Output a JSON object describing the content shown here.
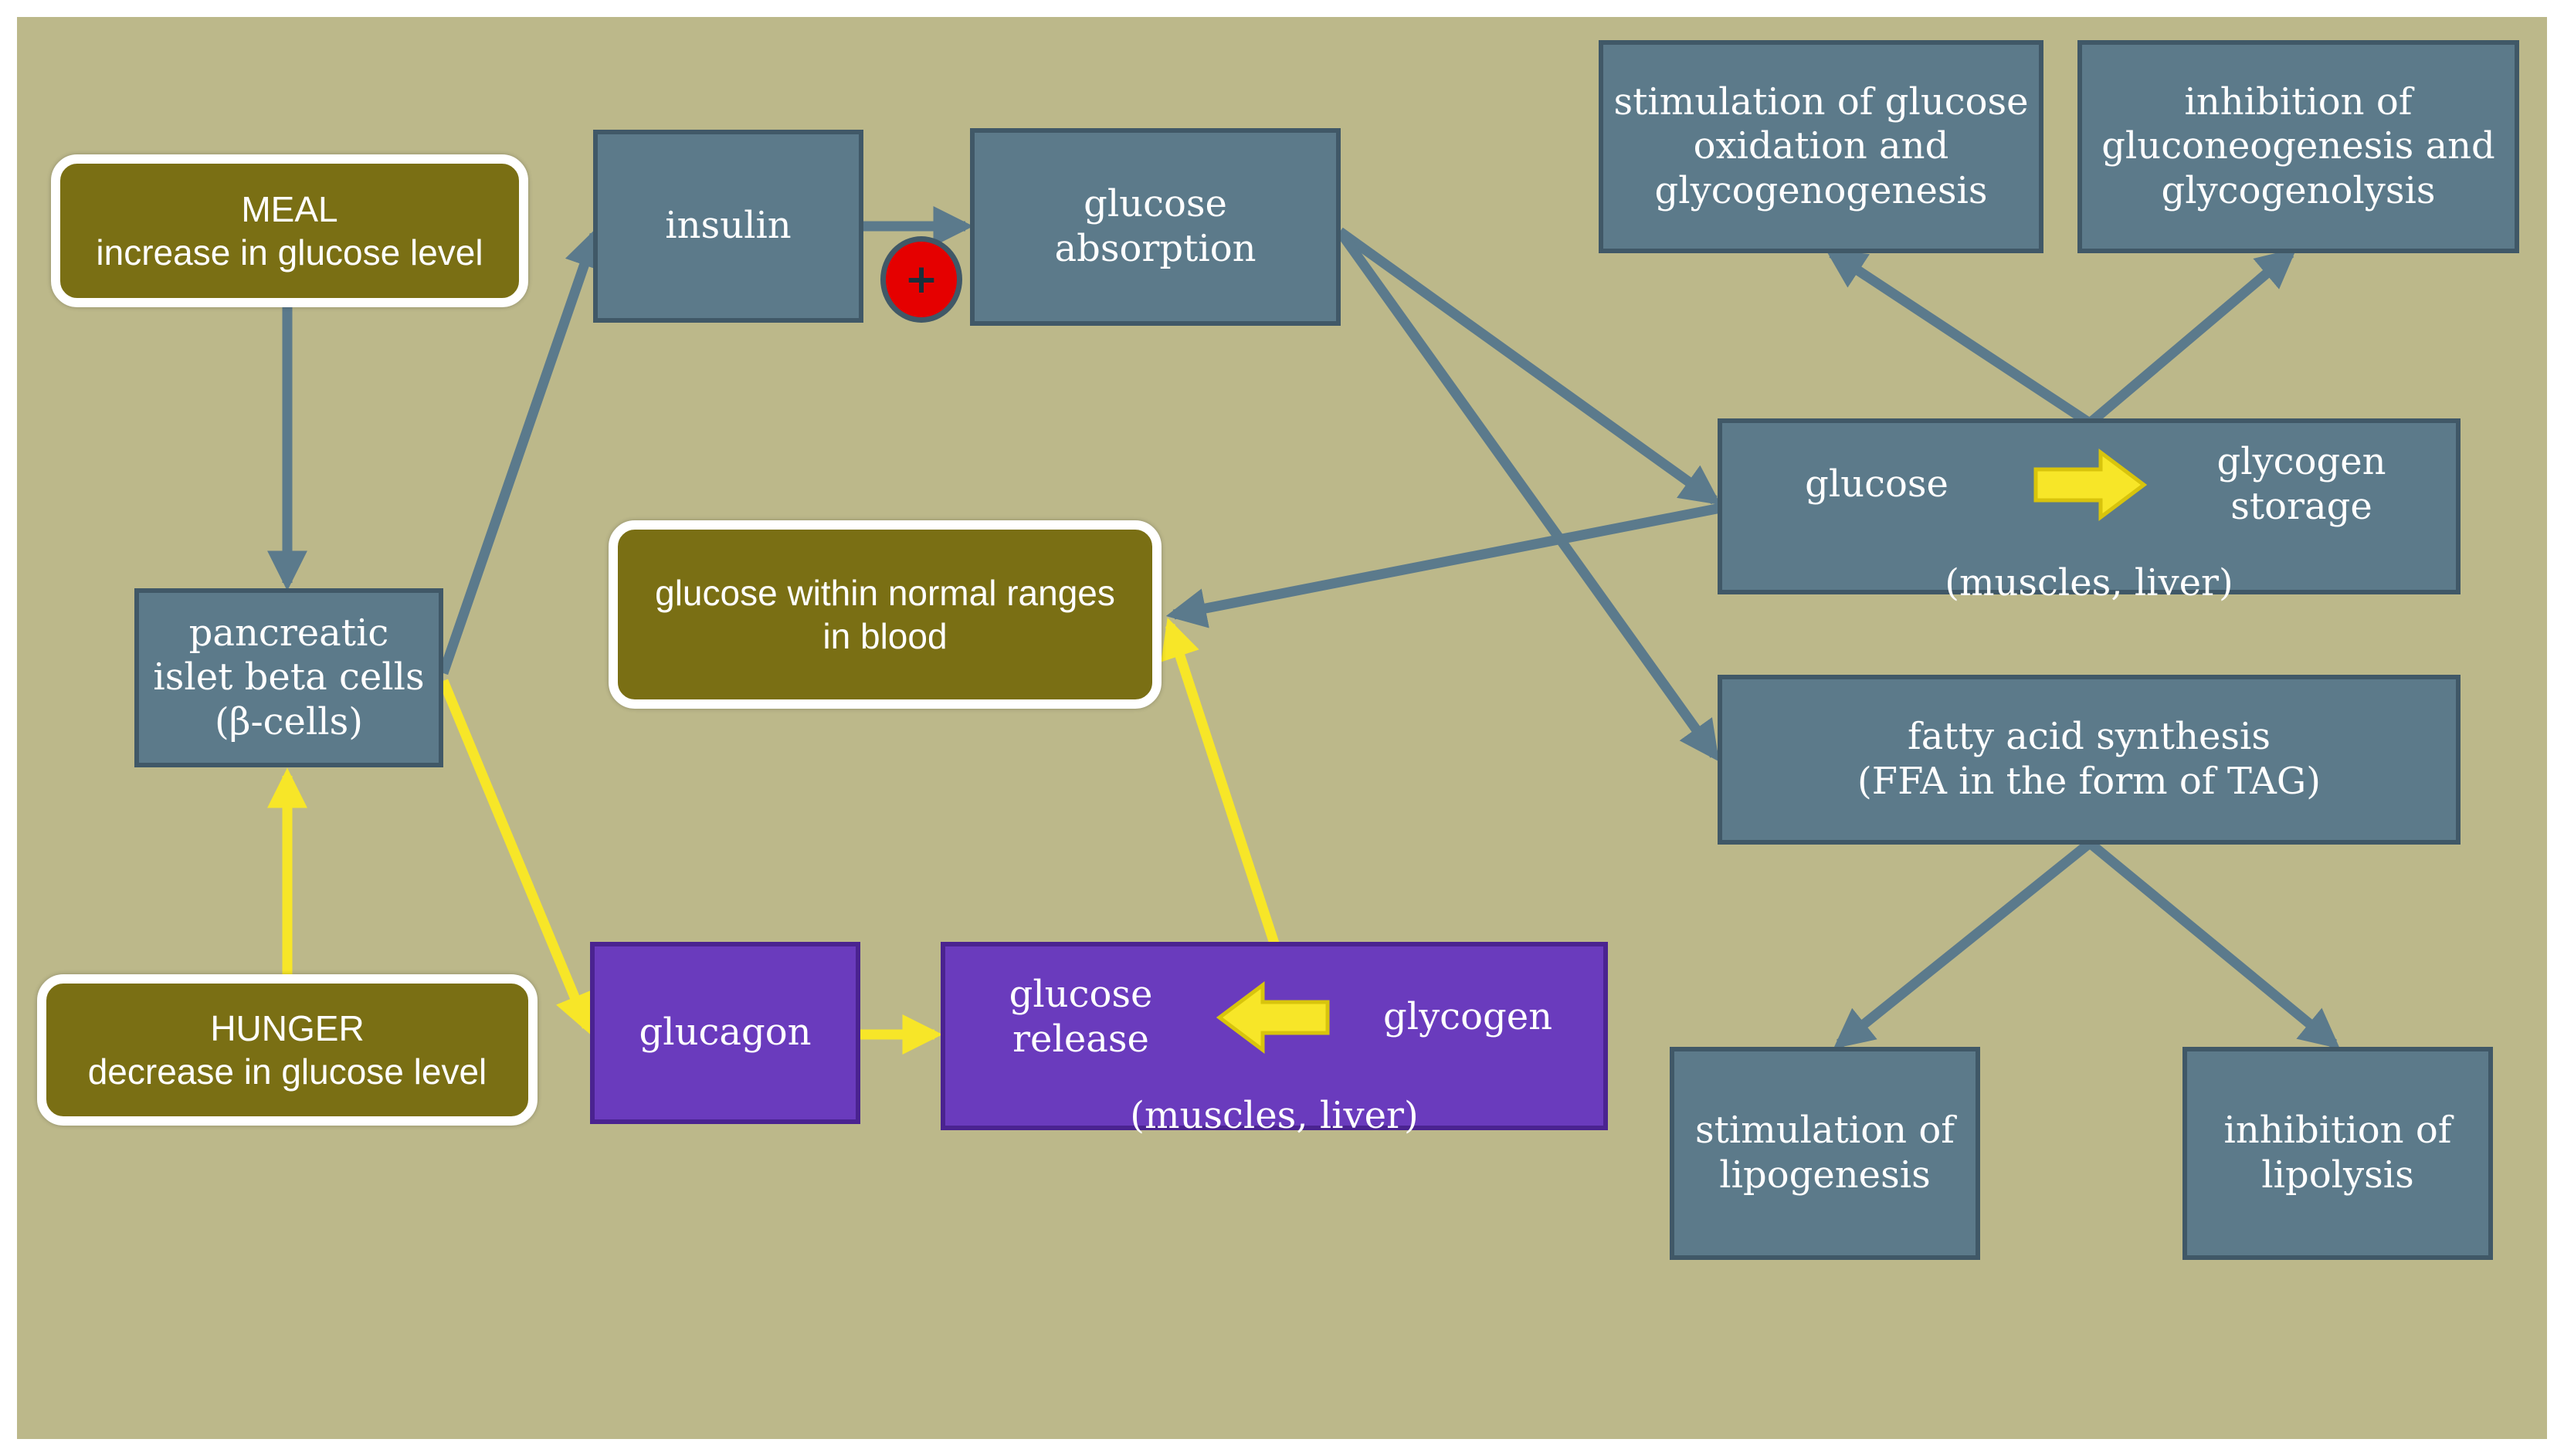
{
  "colors": {
    "background": "#bcb88a",
    "slate_box": "#5c7a8a",
    "slate_border": "#405867",
    "purple_box": "#6a3bbd",
    "olive_box": "#7a6f14",
    "slate_arrow": "#5b7a8c",
    "yellow_arrow": "#f7e628",
    "plus_circle": "#e50000"
  },
  "nodes": {
    "meal": {
      "line1": "MEAL",
      "line2": "increase in glucose level"
    },
    "hunger": {
      "line1": "HUNGER",
      "line2": "decrease in glucose level"
    },
    "beta_cells": {
      "line1": "pancreatic",
      "line2": "islet beta cells",
      "line3": "(β-cells)"
    },
    "insulin": {
      "label": "insulin"
    },
    "plus_symbol": "+",
    "glucose_absorption": {
      "line1": "glucose",
      "line2": "absorption"
    },
    "normal_glucose": {
      "line1": "glucose within normal ranges",
      "line2": "in blood"
    },
    "glucagon": {
      "label": "glucagon"
    },
    "glucose_release": {
      "left": "glucose release",
      "right": "glycogen",
      "sub": "(muscles, liver)"
    },
    "glycogen_storage": {
      "left": "glucose",
      "right": "glycogen  storage",
      "sub": "(muscles, liver)"
    },
    "oxidation": {
      "line1": "stimulation of glucose",
      "line2": "oxidation and",
      "line3": "glycogenogenesis"
    },
    "inhibition_gluconeo": {
      "line1": "inhibition of",
      "line2": "gluconeogenesis and",
      "line3": "glycogenolysis"
    },
    "fatty_acid": {
      "line1": "fatty acid synthesis",
      "line2": "(FFA in the form of TAG)"
    },
    "lipogenesis": {
      "line1": "stimulation of",
      "line2": "lipogenesis"
    },
    "lipolysis": {
      "line1": "inhibition of",
      "line2": "lipolysis"
    }
  }
}
